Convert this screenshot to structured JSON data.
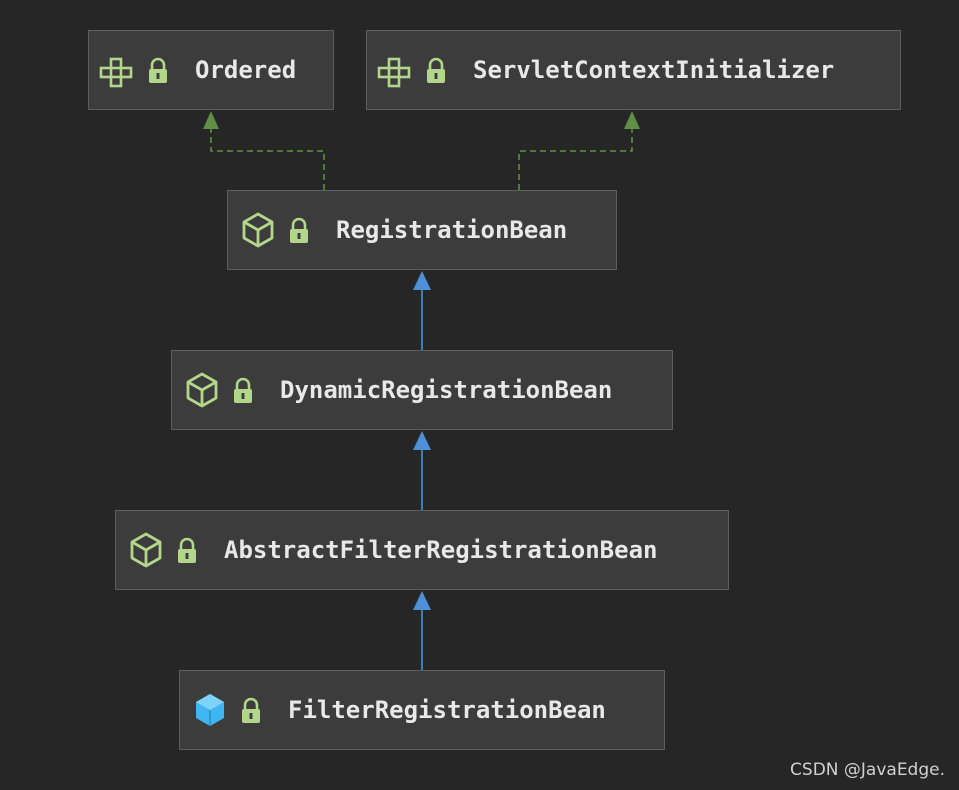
{
  "nodes": [
    {
      "id": "ordered",
      "label": "Ordered",
      "kind": "interface",
      "icon": "interface-icon"
    },
    {
      "id": "servletcontextinitializer",
      "label": "ServletContextInitializer",
      "kind": "interface",
      "icon": "interface-icon"
    },
    {
      "id": "registrationbean",
      "label": "RegistrationBean",
      "kind": "abstract-class",
      "icon": "abstract-class-icon"
    },
    {
      "id": "dynamicregistrationbean",
      "label": "DynamicRegistrationBean",
      "kind": "abstract-class",
      "icon": "abstract-class-icon"
    },
    {
      "id": "abstractfilterregistrationbean",
      "label": "AbstractFilterRegistrationBean",
      "kind": "abstract-class",
      "icon": "abstract-class-icon"
    },
    {
      "id": "filterregistrationbean",
      "label": "FilterRegistrationBean",
      "kind": "class",
      "icon": "class-icon"
    }
  ],
  "edges": [
    {
      "from": "registrationbean",
      "to": "ordered",
      "type": "implements"
    },
    {
      "from": "registrationbean",
      "to": "servletcontextinitializer",
      "type": "implements"
    },
    {
      "from": "dynamicregistrationbean",
      "to": "registrationbean",
      "type": "extends"
    },
    {
      "from": "abstractfilterregistrationbean",
      "to": "dynamicregistrationbean",
      "type": "extends"
    },
    {
      "from": "filterregistrationbean",
      "to": "abstractfilterregistrationbean",
      "type": "extends"
    }
  ],
  "colors": {
    "background": "#262626",
    "node_fill": "#3c3c3c",
    "node_border": "#5e5e5e",
    "text": "#e8e8e8",
    "icon_green": "#b3d78a",
    "class_blue": "#3fb6f2",
    "extends_edge": "#4f8fd8",
    "implements_edge": "#5e8f45"
  },
  "watermark": "CSDN @JavaEdge."
}
